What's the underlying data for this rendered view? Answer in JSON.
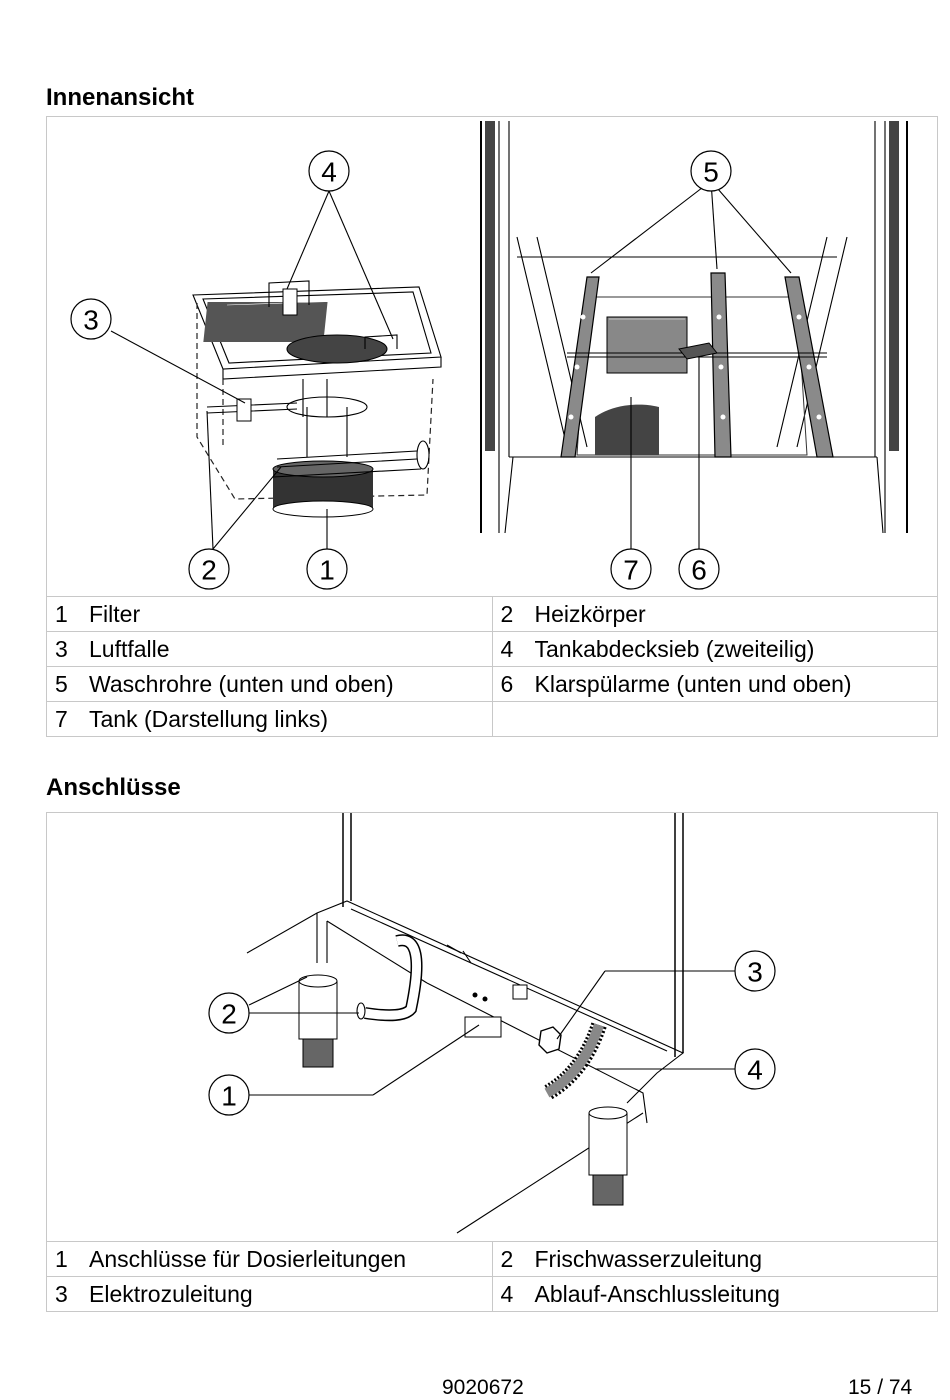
{
  "section1": {
    "title": "Innenansicht",
    "callouts_left": [
      "4",
      "3",
      "2",
      "1"
    ],
    "callouts_right": [
      "5",
      "7",
      "6"
    ],
    "legend": [
      [
        {
          "num": "1",
          "label": "Filter"
        },
        {
          "num": "2",
          "label": "Heizkörper"
        }
      ],
      [
        {
          "num": "3",
          "label": "Luftfalle"
        },
        {
          "num": "4",
          "label": "Tankabdecksieb (zweiteilig)"
        }
      ],
      [
        {
          "num": "5",
          "label": "Waschrohre (unten und oben)"
        },
        {
          "num": "6",
          "label": "Klarspülarme (unten und oben)"
        }
      ],
      [
        {
          "num": "7",
          "label": "Tank (Darstellung links)"
        },
        {
          "num": "",
          "label": ""
        }
      ]
    ]
  },
  "section2": {
    "title": "Anschlüsse",
    "callouts": [
      "2",
      "1",
      "3",
      "4"
    ],
    "legend": [
      [
        {
          "num": "1",
          "label": "Anschlüsse für Dosierleitungen"
        },
        {
          "num": "2",
          "label": "Frischwasserzuleitung"
        }
      ],
      [
        {
          "num": "3",
          "label": "Elektrozuleitung"
        },
        {
          "num": "4",
          "label": "Ablauf-Anschlussleitung"
        }
      ]
    ]
  },
  "footer": {
    "doc_number": "9020672",
    "page": "15 / 74"
  }
}
